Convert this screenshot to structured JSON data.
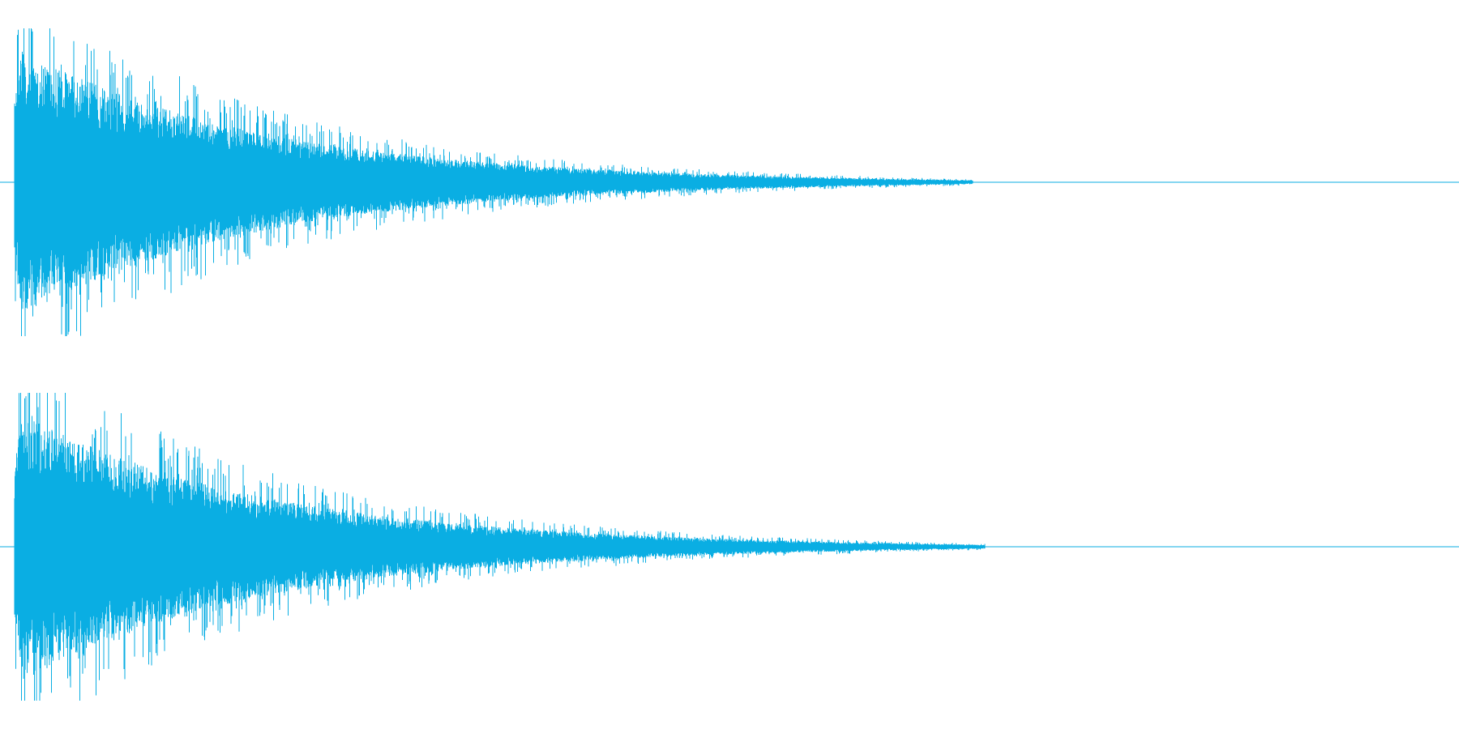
{
  "waveform": {
    "color": "#0aaee3",
    "background": "#ffffff",
    "channel_count": 2,
    "channels": [
      {
        "id": "channel-1",
        "label": ""
      },
      {
        "id": "channel-2",
        "label": ""
      }
    ]
  }
}
